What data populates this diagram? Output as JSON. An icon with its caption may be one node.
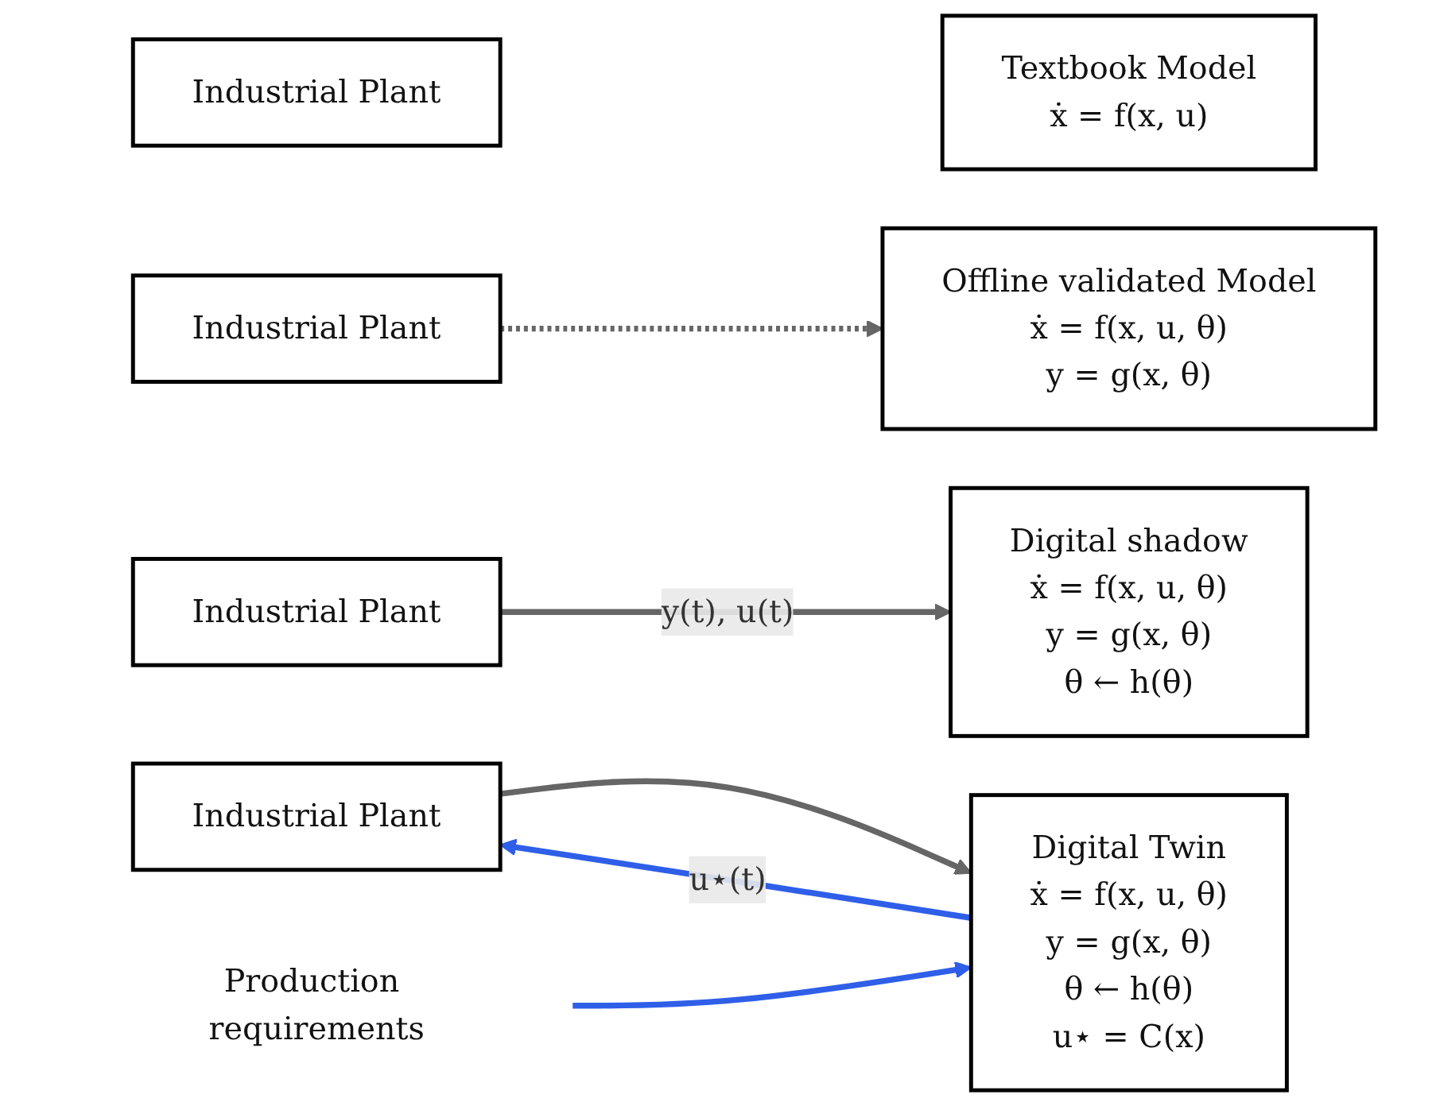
{
  "diagram": {
    "nodes": [
      {
        "text": [
          "Industrial Plant"
        ]
      },
      {
        "text": [
          "Textbook Model",
          "ẋ = f(x, u)"
        ]
      },
      {
        "text": [
          "Industrial Plant"
        ]
      },
      {
        "text": [
          "Offline validated Model",
          "ẋ = f(x, u, θ)",
          "y = g(x, θ)"
        ]
      },
      {
        "text": [
          "Industrial Plant"
        ]
      },
      {
        "text": [
          "Digital shadow",
          "ẋ = f(x, u, θ)",
          "y = g(x, θ)",
          "θ ← h(θ)"
        ]
      },
      {
        "text": [
          "Industrial Plant"
        ]
      },
      {
        "text": [
          "Digital Twin",
          "ẋ = f(x, u, θ)",
          "y = g(x, θ)",
          "θ ← h(θ)",
          "u⋆ = C(x)"
        ]
      },
      {
        "text": [
          "Production requirements"
        ]
      }
    ],
    "edges": [
      {
        "from": 2,
        "to": 3,
        "arrow": "to",
        "style": "dashed"
      },
      {
        "from": 4,
        "to": 5,
        "arrow": "to",
        "label": "y(t), u(t)"
      },
      {
        "from": 6,
        "to": 7,
        "arrow": "to"
      },
      {
        "from": 7,
        "to": 6,
        "arrow": "to",
        "label": "u⋆(t)",
        "color": "#2f5fe8"
      },
      {
        "from": 8,
        "to": 7,
        "arrow": "to",
        "color": "#2f5fe8"
      }
    ]
  }
}
